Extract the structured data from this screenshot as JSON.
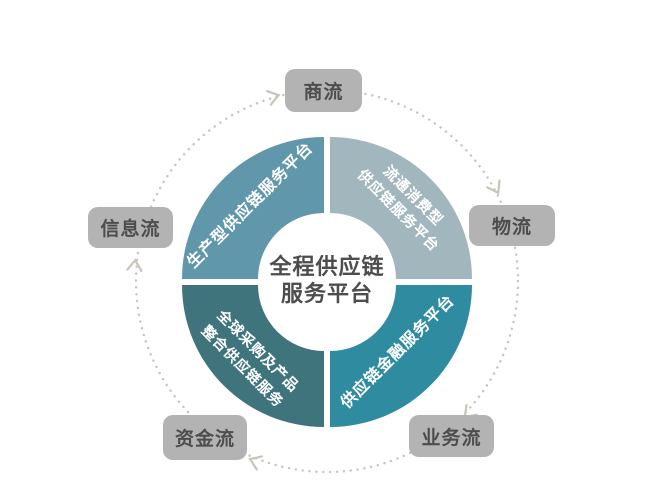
{
  "diagram": {
    "center": {
      "line1": "全程供应链",
      "line2": "服务平台"
    },
    "segments": [
      {
        "id": "production",
        "lines": [
          "生产型供应链服务平台"
        ],
        "color": "#6097ab"
      },
      {
        "id": "circulation",
        "lines": [
          "流通消费型",
          "供应链服务平台"
        ],
        "color": "#a2b6be"
      },
      {
        "id": "finance",
        "lines": [
          "供应链金融服务平台"
        ],
        "color": "#2e8ba0"
      },
      {
        "id": "global",
        "lines": [
          "全球采购及产品",
          "整合供应链服务"
        ],
        "color": "#3f747c"
      }
    ],
    "flow_labels": [
      {
        "id": "business",
        "label": "商流"
      },
      {
        "id": "logistics",
        "label": "物流"
      },
      {
        "id": "operations",
        "label": "业务流"
      },
      {
        "id": "capital",
        "label": "资金流"
      },
      {
        "id": "information",
        "label": "信息流"
      }
    ],
    "colors": {
      "label_background": "#b3b3b3",
      "label_text": "#4d4d4d",
      "center_text": "#4d4d4d",
      "segment_text": "#ffffff",
      "dotted_ring": "#c9c4ba",
      "background": "#ffffff"
    }
  }
}
